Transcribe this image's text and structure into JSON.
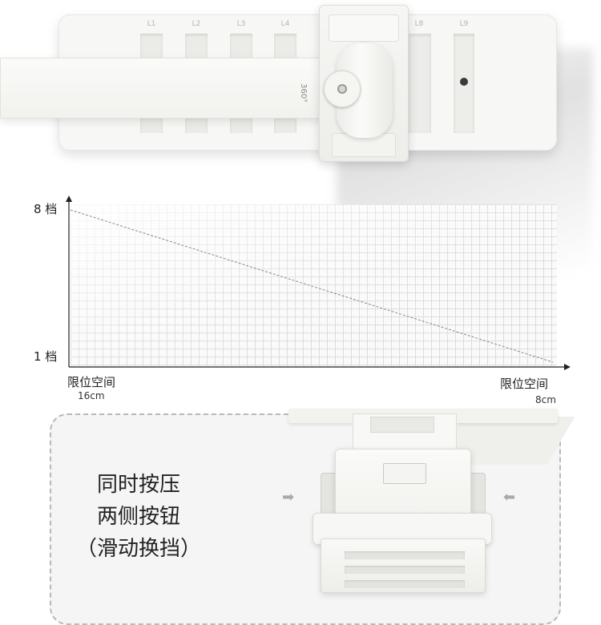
{
  "product_top": {
    "gear_labels": [
      "L1",
      "L2",
      "L3",
      "L4",
      "L8",
      "L9"
    ],
    "rotation_label": "360°"
  },
  "chart_data": {
    "type": "line",
    "title": "",
    "y_tick_labels": [
      "8 档",
      "1 档"
    ],
    "x_start": {
      "label": "限位空间",
      "value": "16cm"
    },
    "x_end": {
      "label": "限位空间",
      "value": "8cm"
    },
    "x": [
      16,
      8
    ],
    "y": [
      8,
      1
    ],
    "xlim": [
      16,
      8
    ],
    "ylim": [
      1,
      8
    ],
    "line_style": "dashed",
    "grid": true
  },
  "detail": {
    "caption_lines": [
      "同时按压",
      "两侧按钮",
      "（滑动换挡）"
    ],
    "arrow_left": "➡",
    "arrow_right": "⬅"
  },
  "colors": {
    "line": "#8a8a8a",
    "axis": "#222222",
    "product_white": "#f7f7f5"
  }
}
